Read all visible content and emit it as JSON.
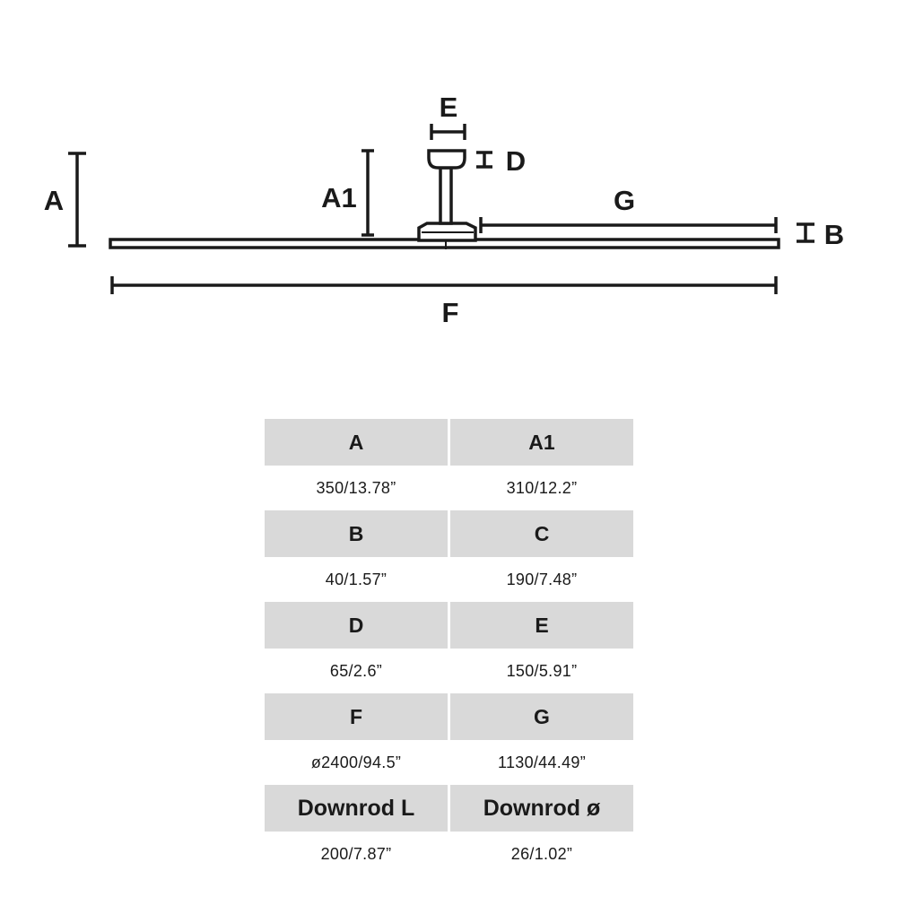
{
  "diagram": {
    "labels": {
      "A": "A",
      "A1": "A1",
      "B": "B",
      "D": "D",
      "E": "E",
      "F": "F",
      "G": "G"
    }
  },
  "table": {
    "rows": [
      {
        "headers": [
          "A",
          "A1"
        ],
        "values": [
          "350/13.78”",
          "310/12.2”"
        ]
      },
      {
        "headers": [
          "B",
          "C"
        ],
        "values": [
          "40/1.57”",
          "190/7.48”"
        ]
      },
      {
        "headers": [
          "D",
          "E"
        ],
        "values": [
          "65/2.6”",
          "150/5.91”"
        ]
      },
      {
        "headers": [
          "F",
          "G"
        ],
        "values": [
          "ø2400/94.5”",
          "1130/44.49”"
        ]
      },
      {
        "headers": [
          "Downrod L",
          "Downrod ø"
        ],
        "values": [
          "200/7.87”",
          "26/1.02”"
        ]
      }
    ]
  }
}
